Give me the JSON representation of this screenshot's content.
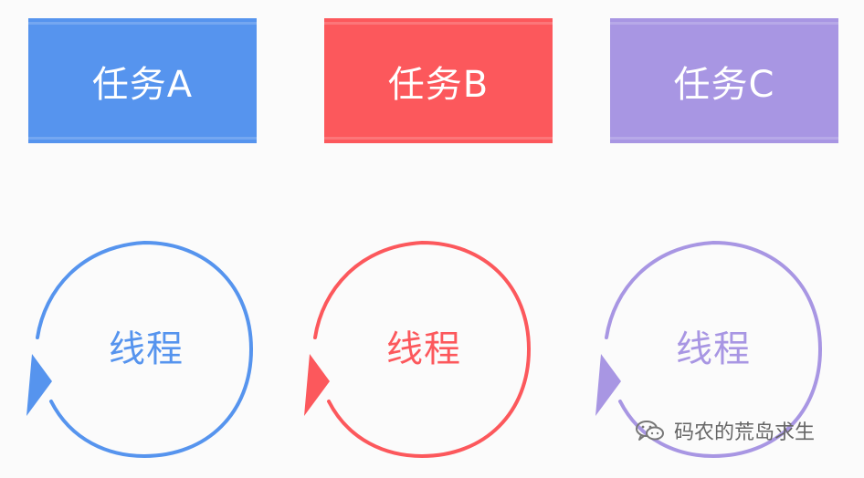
{
  "tasks": [
    {
      "label": "任务A",
      "color": "#5694ee"
    },
    {
      "label": "任务B",
      "color": "#fc585c"
    },
    {
      "label": "任务C",
      "color": "#a896e3"
    }
  ],
  "threads": [
    {
      "label": "线程",
      "color": "#5694ee",
      "icon": "circular-arrow-icon"
    },
    {
      "label": "线程",
      "color": "#fc585c",
      "icon": "circular-arrow-icon"
    },
    {
      "label": "线程",
      "color": "#a896e3",
      "icon": "circular-arrow-icon"
    }
  ],
  "watermark": {
    "text": "码农的荒岛求生",
    "icon": "wechat-icon"
  }
}
